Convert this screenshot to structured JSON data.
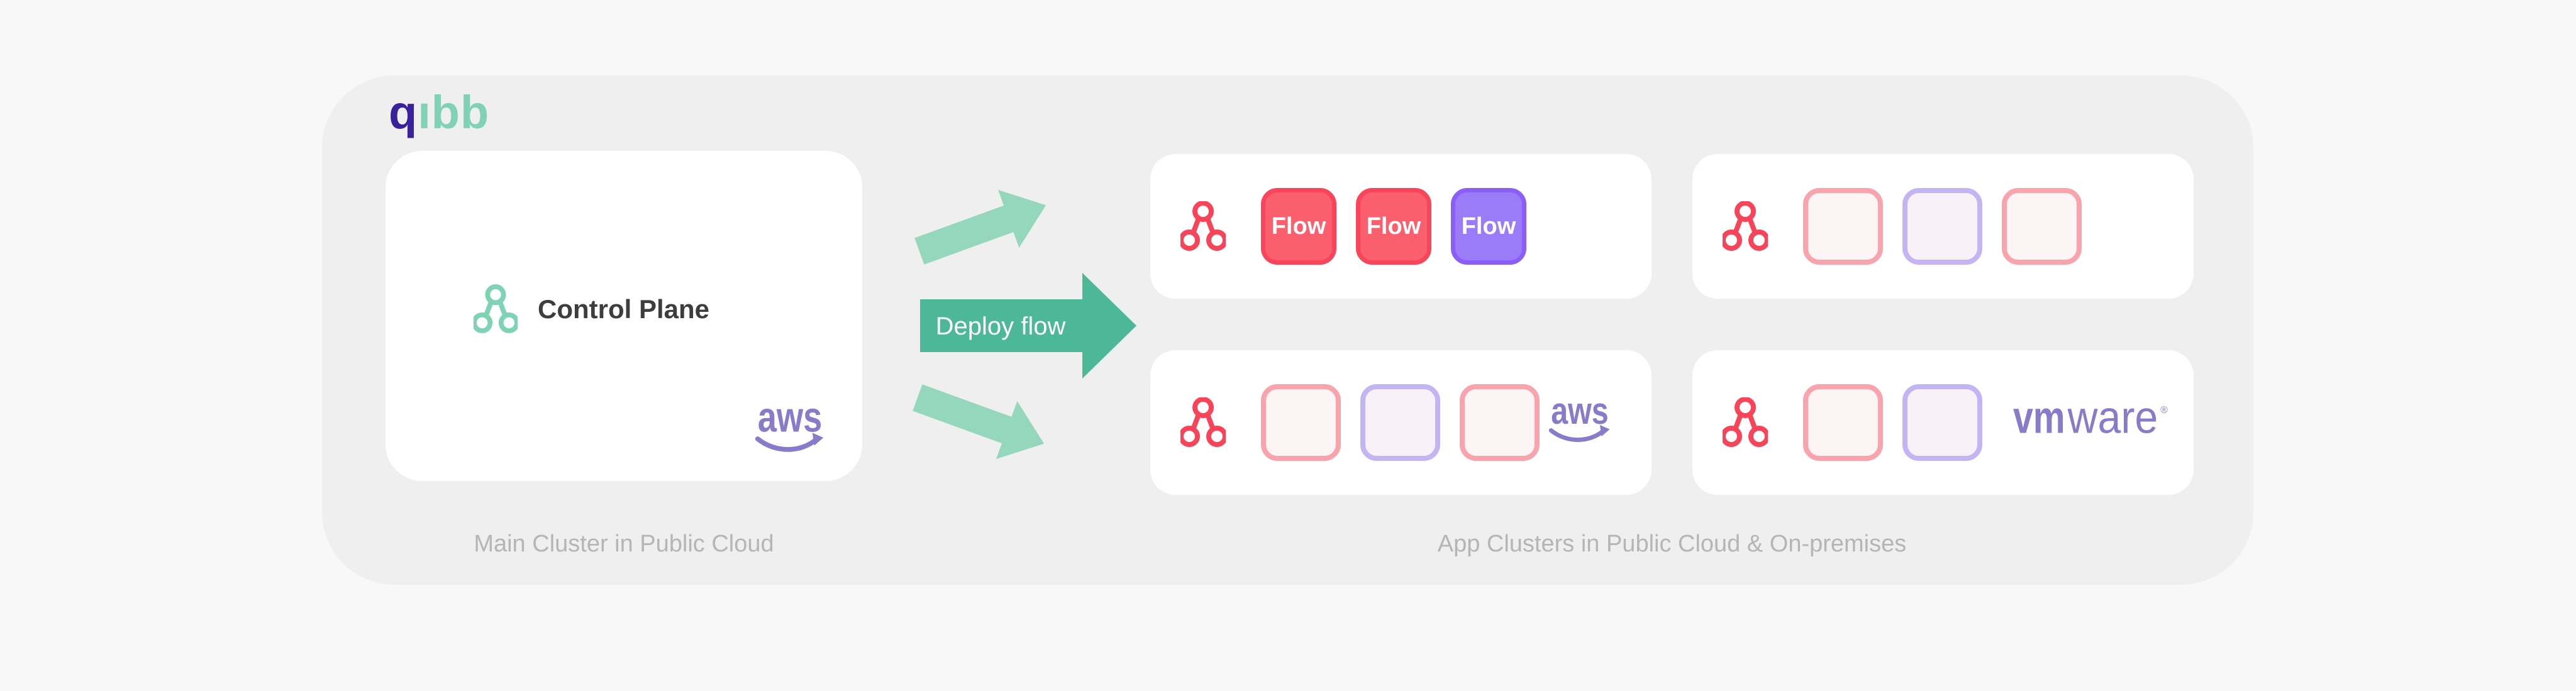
{
  "brand": {
    "logo_first": "q",
    "logo_rest": "ıbb"
  },
  "main_cluster": {
    "title": "Control Plane",
    "caption": "Main Cluster in Public Cloud",
    "provider": "aws"
  },
  "deploy_arrow": {
    "label": "Deploy flow"
  },
  "app_clusters": {
    "caption": "App Clusters in Public Cloud & On-premises",
    "clusters": [
      {
        "position": "top-left",
        "provider": "",
        "items": [
          {
            "kind": "flow",
            "color": "red",
            "label": "Flow"
          },
          {
            "kind": "flow",
            "color": "red",
            "label": "Flow"
          },
          {
            "kind": "flow",
            "color": "purple",
            "label": "Flow"
          }
        ]
      },
      {
        "position": "top-right",
        "provider": "",
        "items": [
          {
            "kind": "slot",
            "color": "pink"
          },
          {
            "kind": "slot",
            "color": "purple"
          },
          {
            "kind": "slot",
            "color": "pink"
          }
        ]
      },
      {
        "position": "bottom-left",
        "provider": "aws",
        "items": [
          {
            "kind": "slot",
            "color": "pink"
          },
          {
            "kind": "slot",
            "color": "purple"
          },
          {
            "kind": "slot",
            "color": "pink"
          }
        ]
      },
      {
        "position": "bottom-right",
        "provider": "vmware",
        "items": [
          {
            "kind": "slot",
            "color": "pink"
          },
          {
            "kind": "slot",
            "color": "purple"
          }
        ]
      }
    ]
  },
  "logos": {
    "aws": "aws",
    "vmware_bold": "vm",
    "vmware_light": "ware",
    "registered": "®"
  },
  "colors": {
    "background": "#f8f8f8",
    "panel": "#efefef",
    "card": "#ffffff",
    "mint": "#7ed3b2",
    "red": "#f84358",
    "badge-red-fill": "#fb5e6d",
    "badge-red-border": "#f8455b",
    "badge-purple-fill": "#9b7cf8",
    "badge-purple-border": "#8b5ef6",
    "slot-pink-border": "#f9a3ad",
    "slot-pink-fill": "#fdf4f5",
    "slot-purple-border": "#c5b4f4",
    "slot-purple-fill": "#f8f2f8",
    "arrow-green": "#4db897",
    "arrow-green-light": "#94d7bc",
    "logo-purple": "#897bca",
    "brand-indigo": "#38219b",
    "brand-mint": "#7fd3b4",
    "title-text": "#3d3d3d",
    "caption-text": "#b5b5b5"
  }
}
